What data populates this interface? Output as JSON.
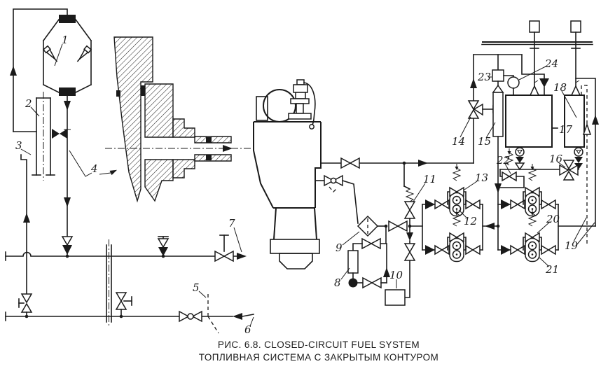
{
  "figure": {
    "caption_line1": "РИС. 6.8. CLOSED-CIRCUIT FUEL SYSTEM",
    "caption_line2": "ТОПЛИВНАЯ СИСТЕМА С ЗАКРЫТЫМ КОНТУРОМ"
  },
  "callouts": [
    "1",
    "2",
    "3",
    "4",
    "5",
    "6",
    "7",
    "8",
    "9",
    "10",
    "11",
    "12",
    "13",
    "14",
    "15",
    "16",
    "17",
    "18",
    "19",
    "20",
    "21",
    "22",
    "23",
    "24"
  ],
  "colors": {
    "ink": "#1a1a1a",
    "paper": "#ffffff"
  }
}
